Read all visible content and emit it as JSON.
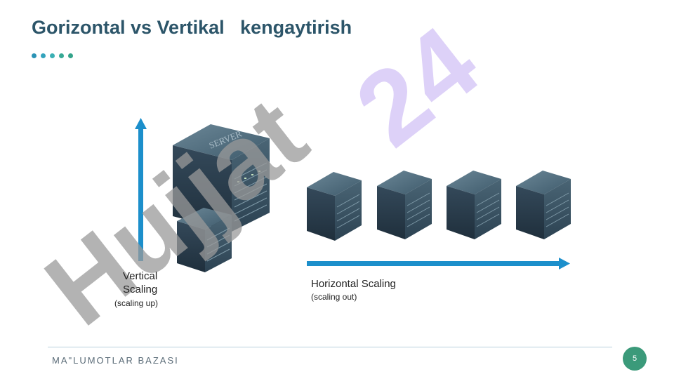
{
  "slide": {
    "title": "Gorizontal vs Vertikal   kengaytirish",
    "dots": [
      "#2a93b5",
      "#33a3bc",
      "#3bb0b4",
      "#37a995",
      "#33a38a"
    ],
    "watermark": "Hujjat 24",
    "vertical": {
      "label_line1": "Vertical",
      "label_line2": "Scaling",
      "sub": "(scaling up)"
    },
    "horizontal": {
      "label": "Horizontal Scaling",
      "sub": "(scaling out)"
    },
    "server_text": "SERVER",
    "footer": "MA\"LUMOTLAR BAZASI",
    "page_number": "5",
    "colors": {
      "title": "#2c5569",
      "arrow": "#1c8fcb",
      "accent_badge": "#3b9a7a",
      "watermark_purple": "#d9cdf7",
      "watermark_gray": "#9a9a9a"
    }
  }
}
